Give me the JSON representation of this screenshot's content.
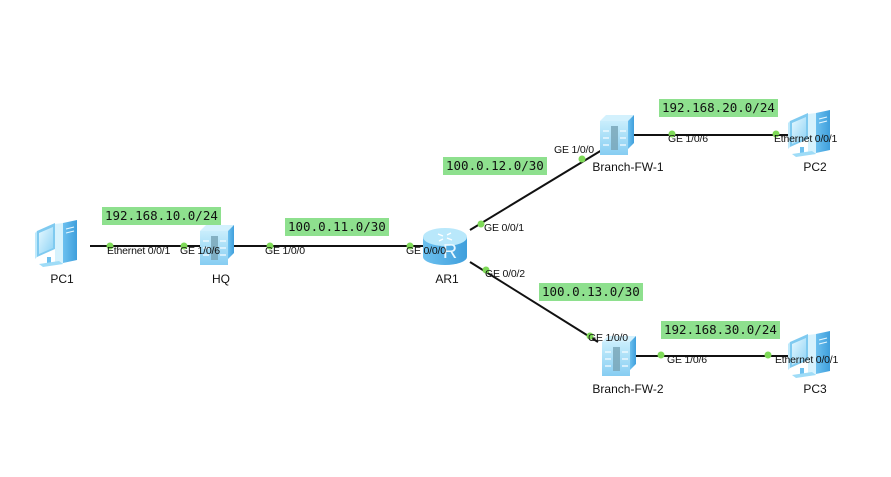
{
  "diagram": {
    "type": "network-topology",
    "devices": [
      {
        "id": "pc1",
        "name": "PC1",
        "kind": "pc"
      },
      {
        "id": "hq",
        "name": "HQ",
        "kind": "firewall"
      },
      {
        "id": "ar1",
        "name": "AR1",
        "kind": "router"
      },
      {
        "id": "fw1",
        "name": "Branch-FW-1",
        "kind": "firewall"
      },
      {
        "id": "fw2",
        "name": "Branch-FW-2",
        "kind": "firewall"
      },
      {
        "id": "pc2",
        "name": "PC2",
        "kind": "pc"
      },
      {
        "id": "pc3",
        "name": "PC3",
        "kind": "pc"
      }
    ],
    "links": [
      {
        "from": "pc1",
        "to": "hq",
        "from_port": "Ethernet 0/0/1",
        "to_port": "GE 1/0/6",
        "network": "192.168.10.0/24"
      },
      {
        "from": "hq",
        "to": "ar1",
        "from_port": "GE 1/0/0",
        "to_port": "GE 0/0/0",
        "network": "100.0.11.0/30"
      },
      {
        "from": "ar1",
        "to": "fw1",
        "from_port": "GE 0/0/1",
        "to_port": "GE 1/0/0",
        "network": "100.0.12.0/30"
      },
      {
        "from": "ar1",
        "to": "fw2",
        "from_port": "GE 0/0/2",
        "to_port": "GE 1/0/0",
        "network": "100.0.13.0/30"
      },
      {
        "from": "fw1",
        "to": "pc2",
        "from_port": "GE 1/0/6",
        "to_port": "Ethernet 0/0/1",
        "network": "192.168.20.0/24"
      },
      {
        "from": "fw2",
        "to": "pc3",
        "from_port": "GE 1/0/6",
        "to_port": "Ethernet 0/0/1",
        "network": "192.168.30.0/24"
      }
    ],
    "colors": {
      "link": "#111111",
      "port_dot": "#7ed957",
      "network_label_bg": "#8ee08e",
      "device_fill": "#9fdcf7",
      "device_shade": "#5fb4e6"
    }
  }
}
